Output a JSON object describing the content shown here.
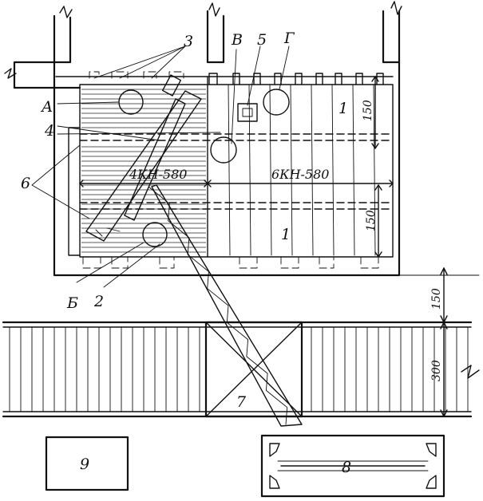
{
  "labels": {
    "A": "А",
    "B": "Б",
    "V": "В",
    "G": "Г",
    "n1_top": "1",
    "n1_bottom": "1",
    "n2": "2",
    "n3": "3",
    "n4": "4",
    "n5": "5",
    "n6": "6",
    "n7": "7",
    "n8": "8",
    "n9": "9"
  },
  "dimensions": {
    "span_left": "4КН-580",
    "span_right": "6КН-580",
    "d150_a": "150",
    "d150_b": "150",
    "d150_c": "150",
    "d300": "300"
  }
}
